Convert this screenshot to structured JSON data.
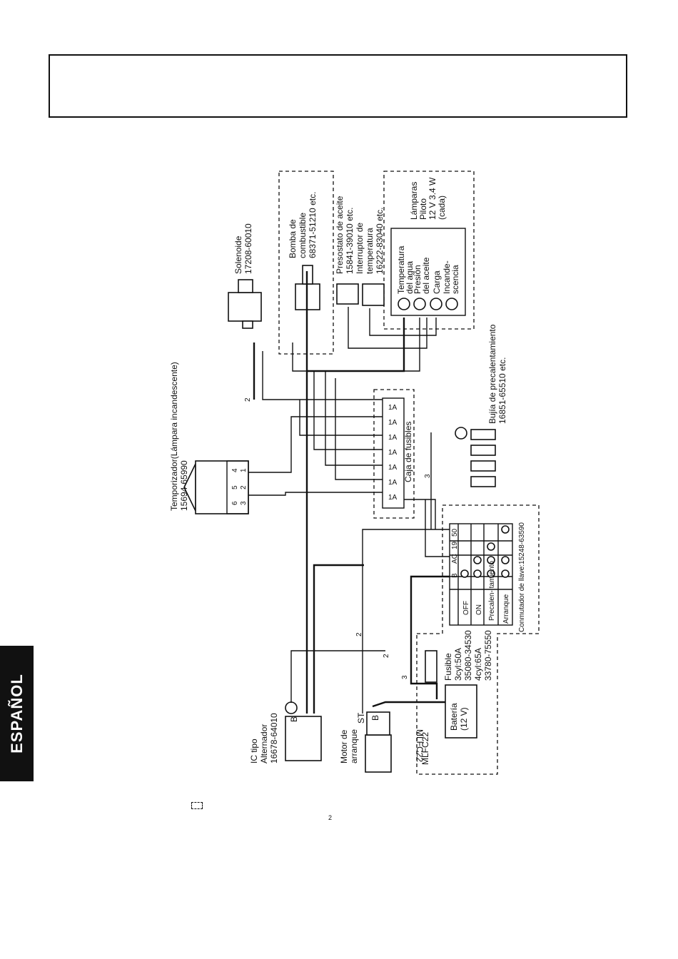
{
  "side_tab": "ESPAÑOL",
  "header": "",
  "page_number": "2",
  "components": {
    "timer": [
      "Temporizador(Lámpara incandescente)",
      "15694-65990"
    ],
    "solenoid": [
      "Solenoide",
      "17208-60010"
    ],
    "fuel_pump": [
      "Bomba de",
      "combustible",
      "68371-51210 etc."
    ],
    "oil_switch": [
      "Presostato de aceite",
      "15841-39010 etc."
    ],
    "temp_switch": [
      "Interruptor de",
      "temperatura",
      "16222-83040 etc."
    ],
    "pilot_lamps": [
      "Lámparas",
      "Piloto",
      "12 V 3.4 W",
      "(cada)"
    ],
    "lamp_names": [
      [
        "Temperatura",
        "del agua"
      ],
      [
        "Presión",
        "del aceite"
      ],
      [
        "Carga"
      ],
      [
        "Incande-",
        "scencia"
      ]
    ],
    "glow_plug": [
      "Bujía de precalentamiento",
      "16851-65510 etc."
    ],
    "fuse_box": "Caja de fusibles",
    "fuse_rating": "1A",
    "key_switch": "Conmutador de llave:15248-63590",
    "key_cols": [
      "B",
      "AC",
      "19",
      "50"
    ],
    "key_rows": [
      "OFF",
      "ON",
      "Precalen-\ntamiento",
      "Arranque"
    ],
    "alternator": [
      "IC tipo",
      "Alternador",
      "16678-64010"
    ],
    "starter": [
      "Motor de",
      "arranque"
    ],
    "starter_st": "ST",
    "starter_b": "B",
    "alt_b": "B",
    "battery": [
      "Batería",
      "(12 V)"
    ],
    "fuse_main": [
      "Fusible",
      "3cyl:50A",
      "35080-34530",
      "4cyl:65A",
      "33780-75550"
    ],
    "mlfc": "MLFC22",
    "wire_gauges": [
      "2",
      "2",
      "2",
      "3",
      "3"
    ],
    "timer_pins": [
      "6",
      "5",
      "4",
      "3",
      "2",
      "1"
    ]
  }
}
